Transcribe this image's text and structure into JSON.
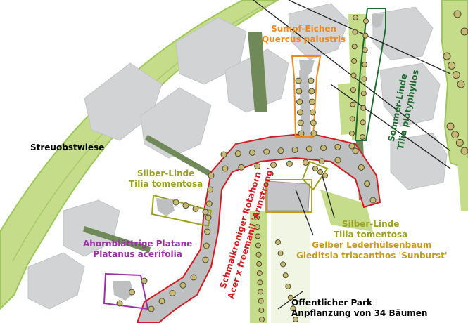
{
  "colors": {
    "orange": "#ee8a1c",
    "darkgreen": "#1e6b30",
    "olive": "#9aa11e",
    "gold": "#c79b1a",
    "red": "#d61a1f",
    "purple": "#9b2fa6",
    "lightgreen": "#c5dd8a",
    "grass": "#9cc85a",
    "hedge": "#6f8a58",
    "building": "#d2d3d4",
    "path": "#bebfc0",
    "tree": "#c8ba74"
  },
  "labels": {
    "streuobstwiese": "Streuobstwiese",
    "sumpf_eichen_common": "Sumpf-Eichen",
    "sumpf_eichen_latin": "Quercus palustris",
    "sommer_linde_common": "Sommer-Linde",
    "sommer_linde_latin": "Tilia platyphyllos",
    "silber_linde_left_common": "Silber-Linde",
    "silber_linde_left_latin": "Tilia tomentosa",
    "rotahorn_common": "Schmalkroniger Rotahorn",
    "rotahorn_latin": "Acer x freemanii 'Armstrong'",
    "silber_linde_right_common": "Silber-Linde",
    "silber_linde_right_latin": "Tilia tomentosa",
    "platane_common": "Ahornblättrige Platane",
    "platane_latin": "Platanus acerifolia",
    "gleditsia_common": "Gelber Lederhülsenbaum",
    "gleditsia_latin": "Gleditsia triacanthos 'Sunburst'",
    "park_line1": "Öffentlicher Park",
    "park_line2": "Anpflanzung von 34 Bäumen"
  }
}
